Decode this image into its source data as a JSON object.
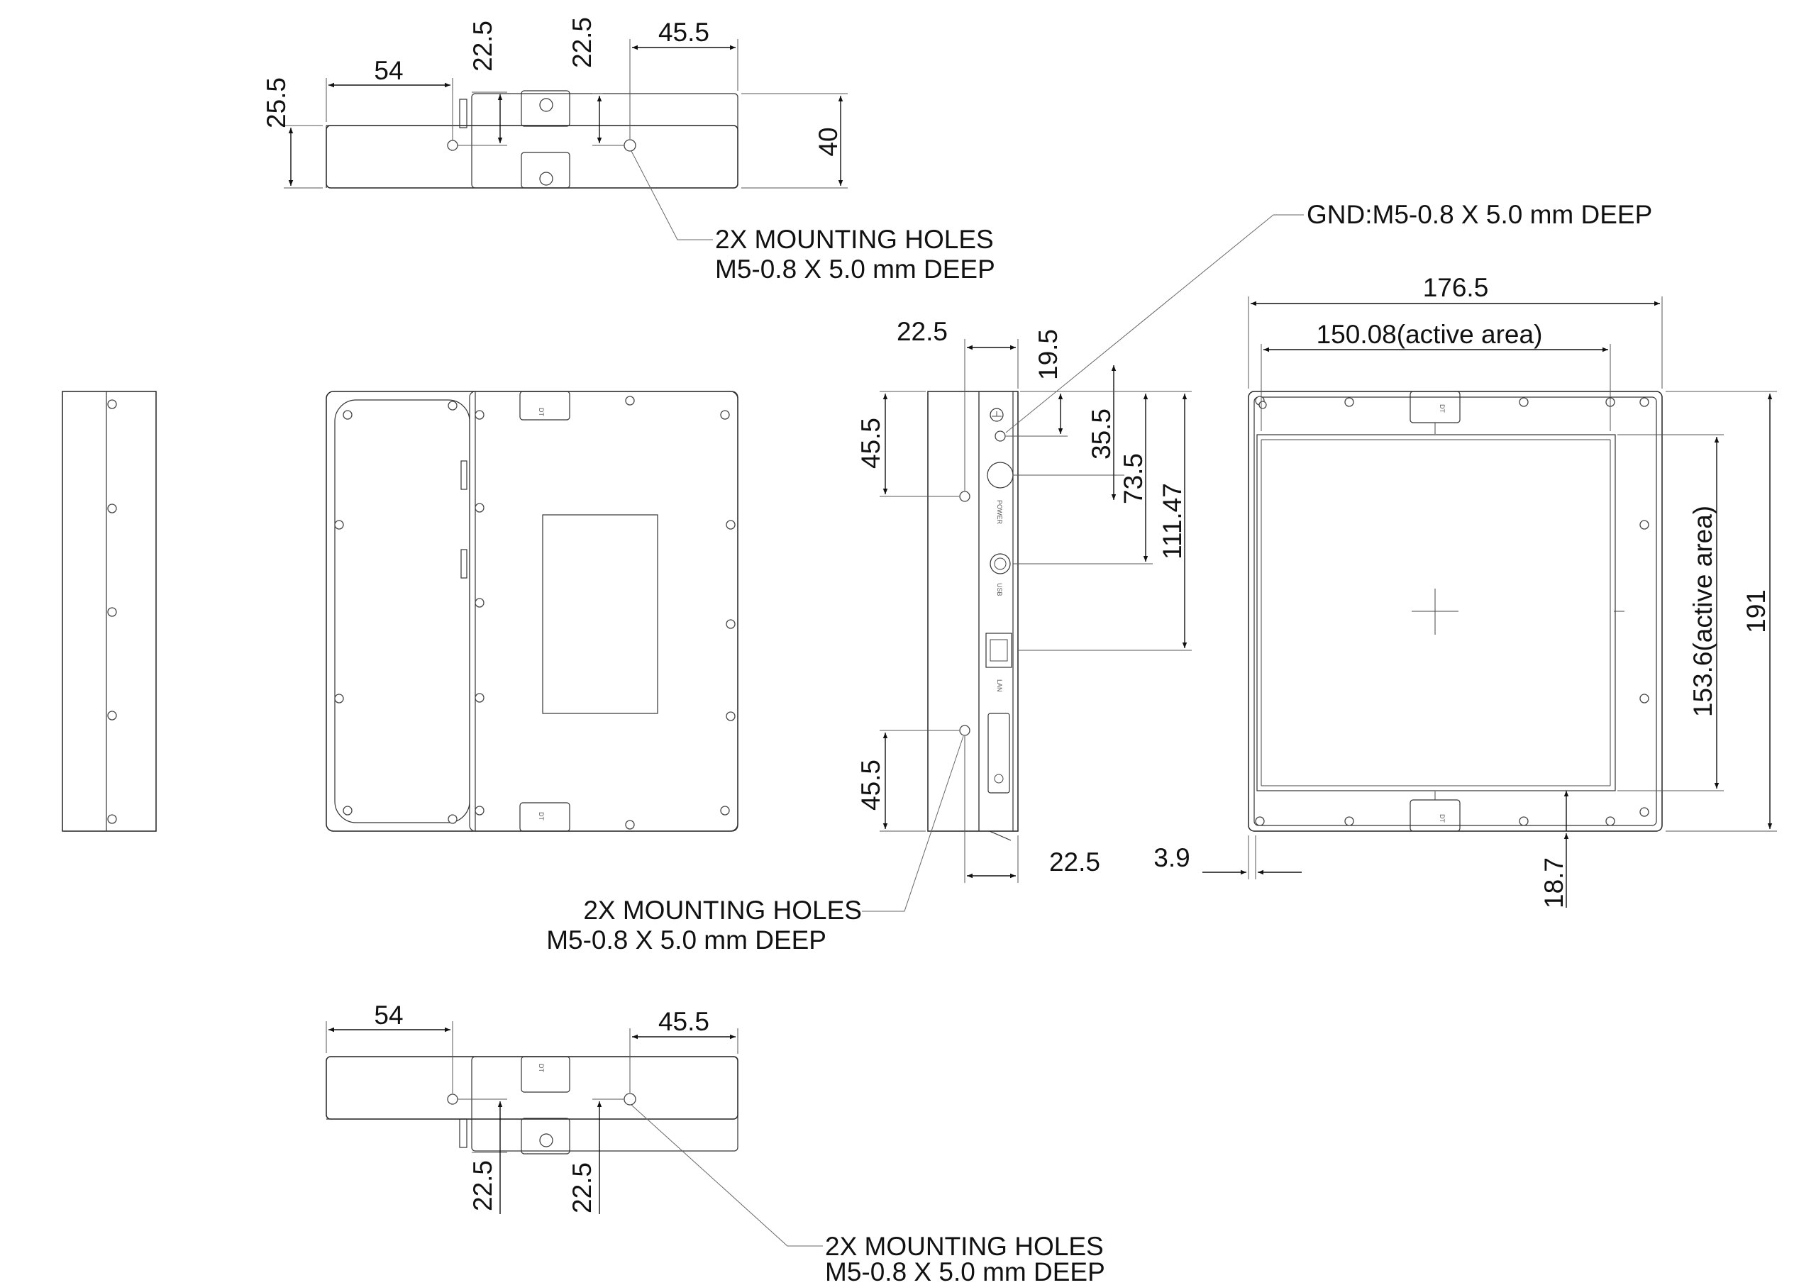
{
  "dims": {
    "top_height": "25.5",
    "top_hole_x": "54",
    "top_slot_a": "22.5",
    "top_slot_b": "22.5",
    "top_hole_x2": "45.5",
    "top_depth": "40",
    "side_top_offset": "22.5",
    "side_gnd_y": "19.5",
    "side_hole_upper": "45.5",
    "side_power_y": "35.5",
    "side_usb_y": "73.5",
    "side_lan_y": "111.47",
    "side_hole_lower": "45.5",
    "side_bottom_offset": "22.5",
    "front_width": "176.5",
    "front_active_w": "150.08(active area)",
    "front_active_h": "153.6(active area)",
    "front_height": "191",
    "front_margin_left": "3.9",
    "front_margin_bottom": "18.7",
    "bottom_hole_x": "54",
    "bottom_hole_x2": "45.5",
    "bottom_slot_a": "22.5",
    "bottom_slot_b": "22.5"
  },
  "notes": {
    "holes_line1": "2X MOUNTING HOLES",
    "holes_line2": "M5-0.8 X 5.0 mm DEEP",
    "gnd": "GND:M5-0.8 X 5.0 mm DEEP"
  },
  "side_labels": {
    "power": "POWER",
    "usb": "USB",
    "lan": "LAN"
  },
  "tags": {
    "slot": "DT"
  }
}
